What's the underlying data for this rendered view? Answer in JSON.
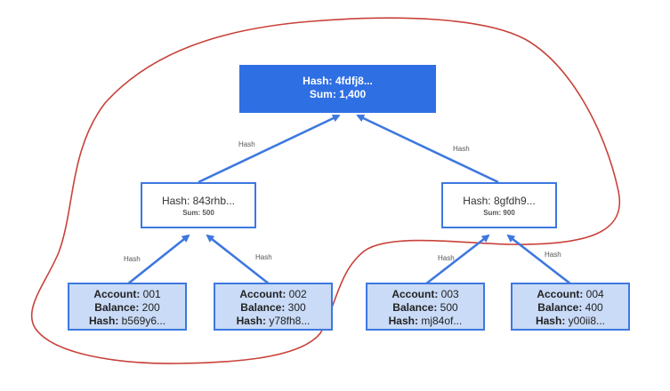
{
  "root": {
    "hash": "Hash: 4fdfj8...",
    "sum": "Sum: 1,400"
  },
  "mid": [
    {
      "hash": "Hash: 843rhb...",
      "sum": "Sum: 500"
    },
    {
      "hash": "Hash: 8gfdh9...",
      "sum": "Sum: 900"
    }
  ],
  "leaves": [
    {
      "account_label": "Account:",
      "account": "001",
      "balance_label": "Balance:",
      "balance": "200",
      "hash_label": "Hash:",
      "hash": "b569y6..."
    },
    {
      "account_label": "Account:",
      "account": "002",
      "balance_label": "Balance:",
      "balance": "300",
      "hash_label": "Hash:",
      "hash": "y78fh8..."
    },
    {
      "account_label": "Account:",
      "account": "003",
      "balance_label": "Balance:",
      "balance": "500",
      "hash_label": "Hash:",
      "hash": "mj84of..."
    },
    {
      "account_label": "Account:",
      "account": "004",
      "balance_label": "Balance:",
      "balance": "400",
      "hash_label": "Hash:",
      "hash": "y00ii8..."
    }
  ],
  "edge_label": "Hash",
  "colors": {
    "arrow": "#3d78e0",
    "root_fill": "#2f6fe4",
    "leaf_fill": "#c9dbf7",
    "outline": "#c8423a"
  }
}
